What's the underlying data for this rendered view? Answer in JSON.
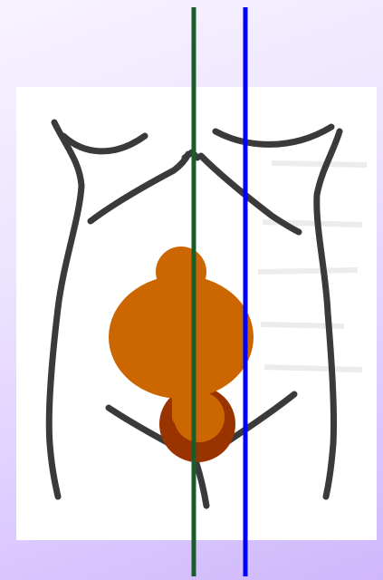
{
  "diagram": {
    "subject": "abdomen-outline",
    "colors": {
      "background_top": "#f7f3ff",
      "background_bottom": "#cfb7fb",
      "panel": "#ffffff",
      "outline": "#3a3a3a",
      "uterus": "#cc6600",
      "bladder": "#993300",
      "midline": "#1a5c2a",
      "reference_line": "#0000ff"
    },
    "structures": [
      "body-outline",
      "uterus",
      "bladder",
      "midline",
      "reference-line"
    ]
  }
}
